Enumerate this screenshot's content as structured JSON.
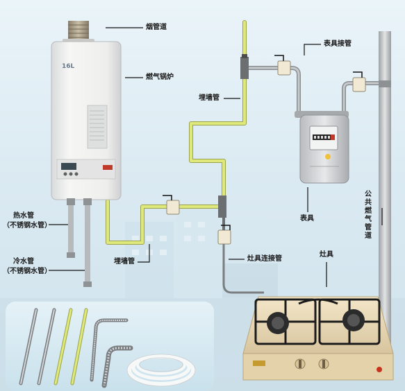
{
  "labels": {
    "flue": "烟管道",
    "boiler": "燃气锅炉",
    "meter_joint": "表具接管",
    "embedded_top": "埋墙管",
    "embedded_bottom": "埋墙管",
    "hot_pipe_1": "热水管",
    "hot_pipe_2": "（不锈钢水管）",
    "cold_pipe_1": "冷水管",
    "cold_pipe_2": "（不锈钢水管）",
    "meter": "表具",
    "public_pipe": "公共燃气管道",
    "stove_joint": "灶具连接管",
    "stove": "灶具",
    "boiler_model": "16L"
  },
  "colors": {
    "gas_pipe": "#dfe87a",
    "public_pipe": "#b9bdc0",
    "boiler_body": "#eeeeec",
    "stove_top": "#ecdcb8"
  },
  "icons": [
    "boiler",
    "gas-meter",
    "gas-stove",
    "hose-bundle"
  ]
}
